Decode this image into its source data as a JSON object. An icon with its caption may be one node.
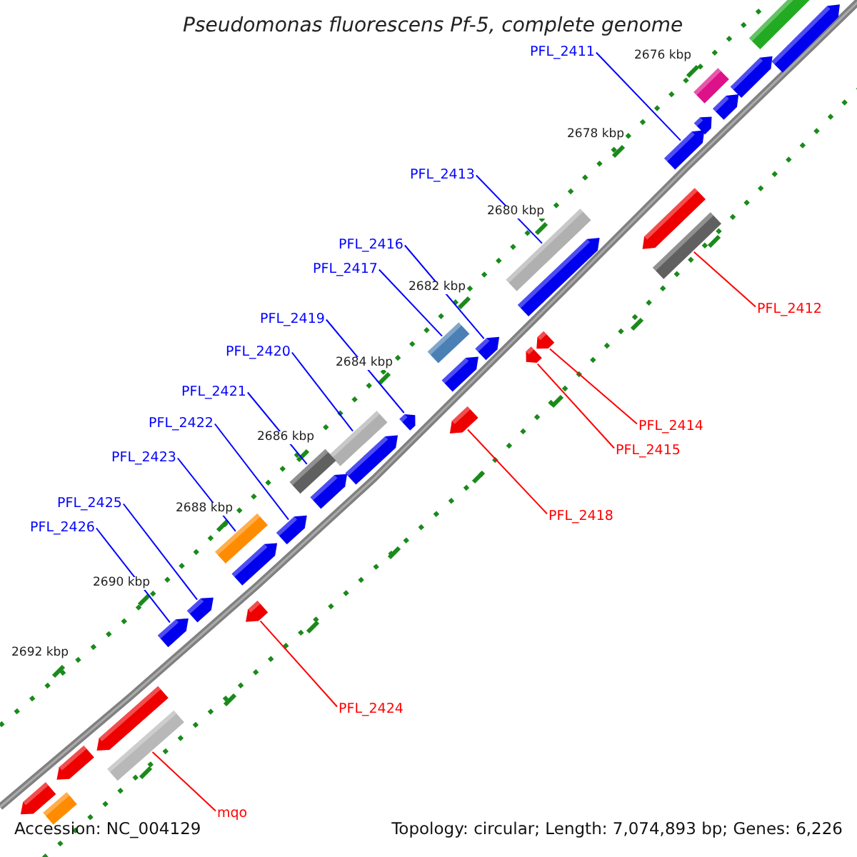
{
  "diagram": {
    "title": "Pseudomonas fluorescens Pf-5, complete genome",
    "nodes": [
      {
        "text": [
          "PFL_2411"
        ]
      },
      {
        "text": [
          "PFL_2413"
        ]
      },
      {
        "text": [
          "PFL_2416"
        ]
      },
      {
        "text": [
          "PFL_2417"
        ]
      },
      {
        "text": [
          "PFL_2412"
        ]
      },
      {
        "text": [
          "PFL_2419"
        ]
      },
      {
        "text": [
          "PFL_2420"
        ]
      },
      {
        "text": [
          "PFL_2421"
        ]
      },
      {
        "text": [
          "PFL_2422"
        ]
      },
      {
        "text": [
          "PFL_2414"
        ]
      },
      {
        "text": [
          "PFL_2415"
        ]
      },
      {
        "text": [
          "PFL_2423"
        ]
      },
      {
        "text": [
          "PFL_2425"
        ]
      },
      {
        "text": [
          "PFL_2418"
        ]
      },
      {
        "text": [
          "PFL_2426"
        ]
      },
      {
        "text": [
          "PFL_2424"
        ]
      },
      {
        "text": [
          "mqo"
        ]
      },
      {
        "text": [],
        "shape": "box"
      },
      {
        "text": [],
        "shape": "arrow"
      },
      {
        "text": [],
        "shape": "arrow"
      },
      {
        "text": [],
        "shape": "box"
      },
      {
        "text": [],
        "shape": "arrow"
      },
      {
        "text": [],
        "shape": "arrow"
      },
      {
        "text": [],
        "shape": "arrow"
      },
      {
        "text": [],
        "shape": "box"
      },
      {
        "text": [],
        "shape": "arrow"
      },
      {
        "text": [],
        "shape": "arrow"
      },
      {
        "text": [],
        "shape": "box"
      },
      {
        "text": [],
        "shape": "box"
      },
      {
        "text": [],
        "shape": "arrow"
      },
      {
        "text": [],
        "shape": "arrow"
      },
      {
        "text": [],
        "shape": "arrow"
      },
      {
        "text": [],
        "shape": "arrow"
      },
      {
        "text": [],
        "shape": "arrow"
      },
      {
        "text": [],
        "shape": "box"
      },
      {
        "text": [],
        "shape": "arrow"
      },
      {
        "text": [],
        "shape": "arrow"
      },
      {
        "text": [],
        "shape": "box"
      },
      {
        "text": [],
        "shape": "arrow"
      },
      {
        "text": [],
        "shape": "arrow"
      },
      {
        "text": [],
        "shape": "box"
      },
      {
        "text": [],
        "shape": "arrow"
      },
      {
        "text": [],
        "shape": "arrow"
      },
      {
        "text": [],
        "shape": "arrow"
      },
      {
        "text": [],
        "shape": "arrow"
      },
      {
        "text": [],
        "shape": "arrow"
      },
      {
        "text": [],
        "shape": "box"
      },
      {
        "text": [],
        "shape": "arrow"
      },
      {
        "text": [],
        "shape": "arrow"
      },
      {
        "text": [],
        "shape": "box"
      }
    ],
    "edges": [
      {
        "from": 0,
        "to": 23,
        "arrow": "none"
      },
      {
        "from": 1,
        "to": 24,
        "arrow": "none"
      },
      {
        "from": 2,
        "to": 29,
        "arrow": "none"
      },
      {
        "from": 3,
        "to": 28,
        "arrow": "none"
      },
      {
        "from": 4,
        "to": 27,
        "arrow": "none",
        "color": "#ff0000"
      },
      {
        "from": 5,
        "to": 33,
        "arrow": "none"
      },
      {
        "from": 6,
        "to": 34,
        "arrow": "none"
      },
      {
        "from": 7,
        "to": 37,
        "arrow": "none"
      },
      {
        "from": 8,
        "to": 39,
        "arrow": "none"
      },
      {
        "from": 9,
        "to": 31,
        "arrow": "none",
        "color": "#ff0000"
      },
      {
        "from": 10,
        "to": 32,
        "arrow": "none",
        "color": "#ff0000"
      },
      {
        "from": 11,
        "to": 40,
        "arrow": "none"
      },
      {
        "from": 12,
        "to": 42,
        "arrow": "none"
      },
      {
        "from": 13,
        "to": 36,
        "arrow": "none",
        "color": "#ff0000"
      },
      {
        "from": 14,
        "to": 43,
        "arrow": "none"
      },
      {
        "from": 15,
        "to": 44,
        "arrow": "none",
        "color": "#ff0000"
      },
      {
        "from": 16,
        "to": 46,
        "arrow": "none",
        "color": "#ff0000"
      }
    ],
    "labels": [
      "2676 kbp",
      "2678 kbp",
      "2680 kbp",
      "2682 kbp",
      "2684 kbp",
      "2686 kbp",
      "2688 kbp",
      "2690 kbp",
      "2692 kbp",
      "Accession: NC_004129",
      "Topology: circular; Length: 7,074,893 bp; Genes: 6,226"
    ]
  }
}
